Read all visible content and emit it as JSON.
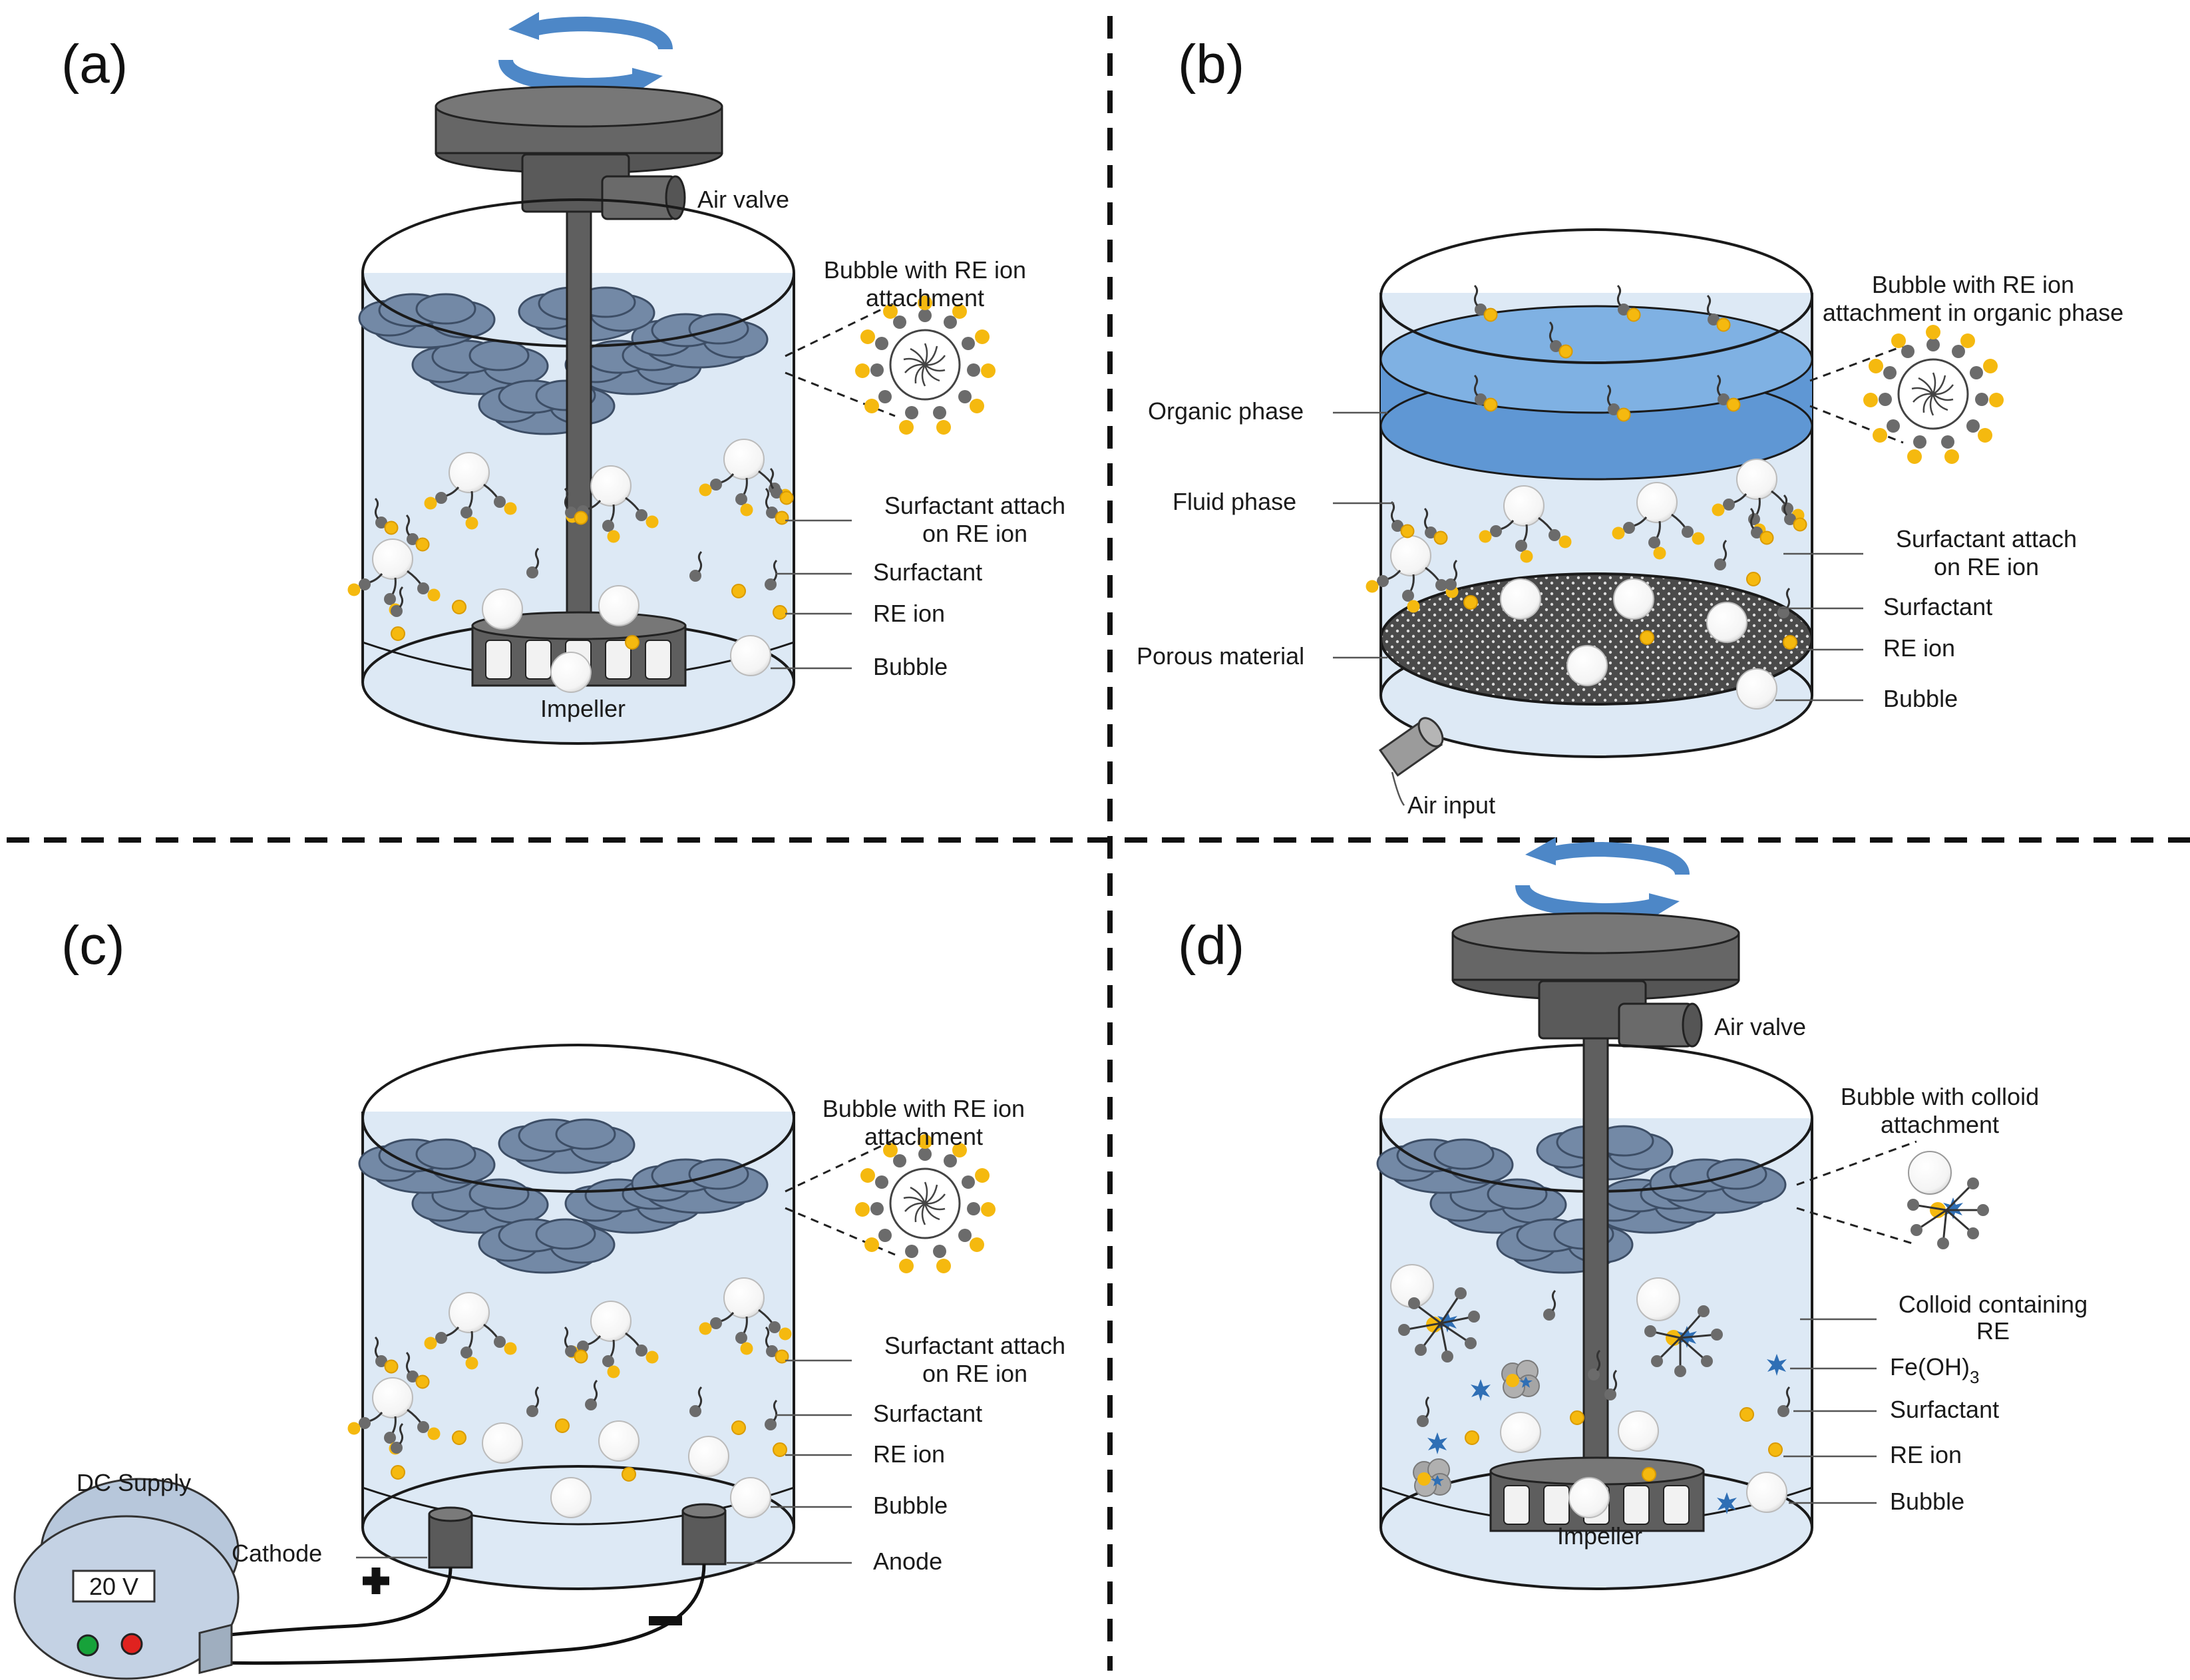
{
  "panels": {
    "a": {
      "tag": "(a)",
      "labels": {
        "air_valve": "Air valve",
        "zoom": [
          "Bubble with RE ion",
          "attachment"
        ],
        "surfactant_attach": [
          "Surfactant attach",
          "on RE ion"
        ],
        "surfactant": "Surfactant",
        "re_ion": "RE ion",
        "bubble": "Bubble",
        "impeller": "Impeller"
      }
    },
    "b": {
      "tag": "(b)",
      "labels": {
        "zoom": [
          "Bubble with RE ion",
          "attachment in organic phase"
        ],
        "organic_phase": "Organic phase",
        "fluid_phase": "Fluid phase",
        "porous_material": "Porous material",
        "surfactant_attach": [
          "Surfactant attach",
          "on RE ion"
        ],
        "surfactant": "Surfactant",
        "re_ion": "RE ion",
        "bubble": "Bubble",
        "air_input": "Air input"
      }
    },
    "c": {
      "tag": "(c)",
      "labels": {
        "zoom": [
          "Bubble with RE ion",
          "attachment"
        ],
        "surfactant_attach": [
          "Surfactant attach",
          "on RE ion"
        ],
        "surfactant": "Surfactant",
        "re_ion": "RE ion",
        "bubble": "Bubble",
        "anode": "Anode",
        "cathode": "Cathode",
        "dc_supply": "DC Supply",
        "voltage": "20 V"
      }
    },
    "d": {
      "tag": "(d)",
      "labels": {
        "air_valve": "Air valve",
        "zoom": [
          "Bubble with colloid",
          "attachment"
        ],
        "colloid": [
          "Colloid containing",
          "RE"
        ],
        "feoh_base": "Fe(OH)",
        "feoh_sub": "3",
        "surfactant": "Surfactant",
        "re_ion": "RE ion",
        "bubble": "Bubble",
        "impeller": "Impeller"
      }
    }
  },
  "colors": {
    "fluid": "#dde9f5",
    "froth": "#7389a6",
    "froth_edge": "#3d4e66",
    "organic": "#5f97d4",
    "re_ion": "#f5b90f",
    "surfactant": "#6b6b6b",
    "machinery": "#666666",
    "rotation_arrow": "#4d87c7",
    "fe_oh": "#2f6fb5"
  }
}
